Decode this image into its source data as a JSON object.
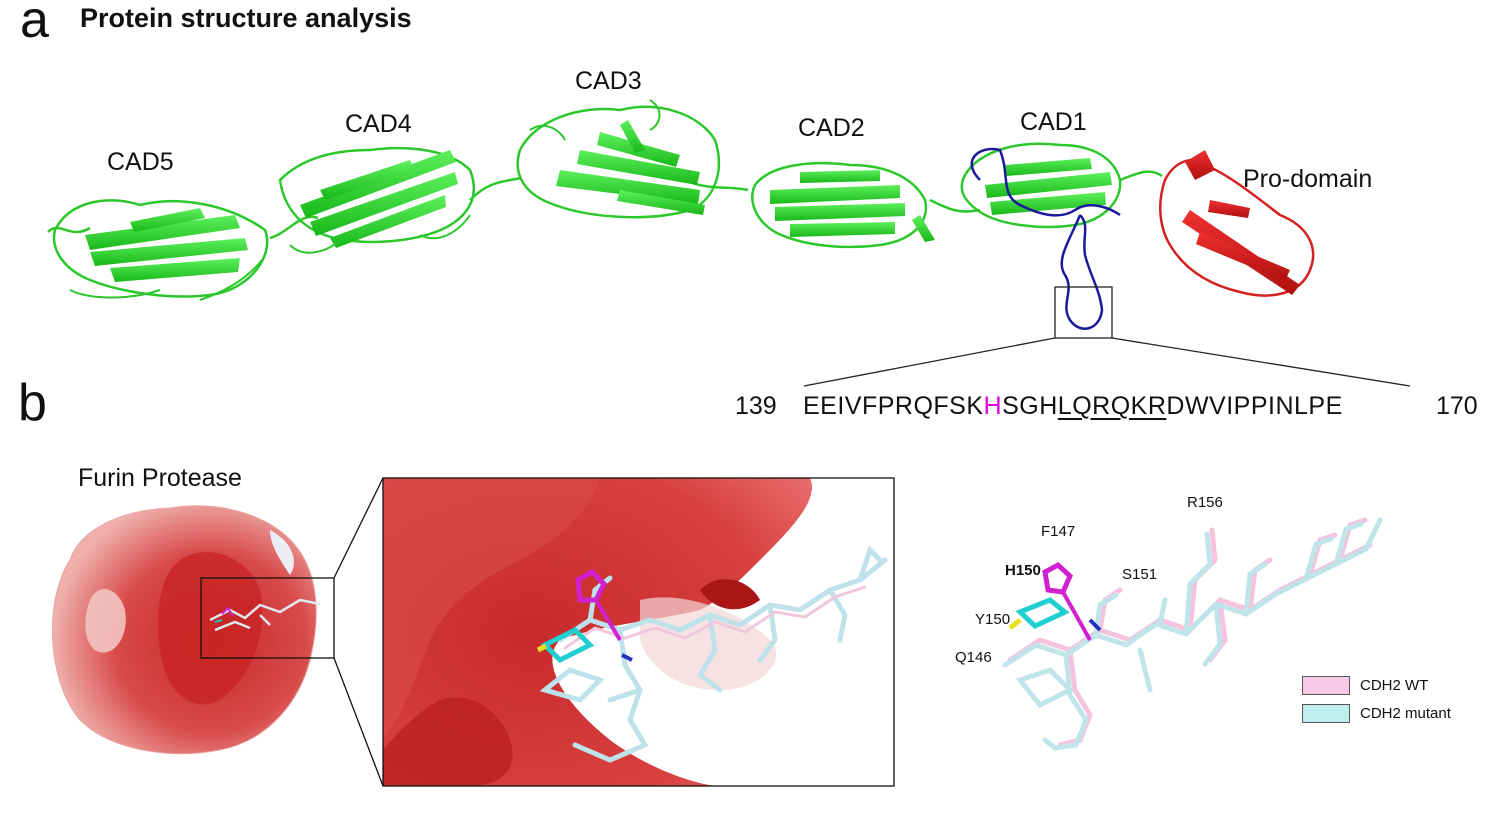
{
  "panel_a": {
    "letter": "a",
    "title": "Protein structure analysis",
    "domains": [
      {
        "label": "CAD5"
      },
      {
        "label": "CAD4"
      },
      {
        "label": "CAD3"
      },
      {
        "label": "CAD2"
      },
      {
        "label": "CAD1"
      },
      {
        "label": "Pro-domain"
      }
    ],
    "sequence": {
      "start": "139",
      "end": "170",
      "part1": "EEIVFPRQFSK",
      "highlight": "H",
      "part2": "SGH",
      "underlined": "LQRQKR",
      "part3": "DWVIPPINLPE"
    },
    "colors": {
      "domain": "#2bd42b",
      "loop": "#1a1a9a",
      "pro_domain": "#d42020",
      "highlight": "#e000e0"
    }
  },
  "panel_b": {
    "letter": "b",
    "furin_label": "Furin Protease",
    "residues": [
      "F147",
      "R156",
      "H150",
      "S151",
      "Y150",
      "Q146"
    ],
    "legend": [
      {
        "label": "CDH2 WT",
        "color": "#f7c9e6"
      },
      {
        "label": "CDH2 mutant",
        "color": "#bfeeee"
      }
    ]
  }
}
